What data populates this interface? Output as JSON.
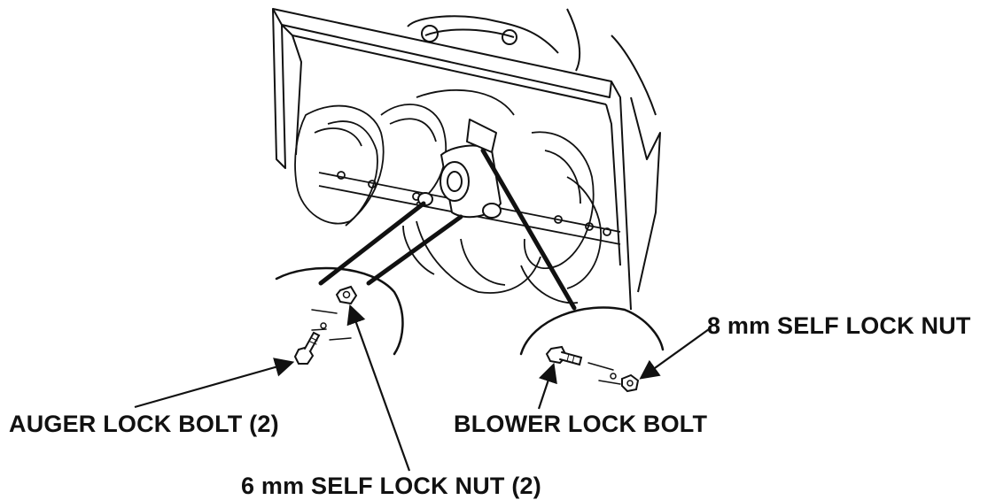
{
  "labels": {
    "auger_lock_bolt": "AUGER LOCK BOLT (2)",
    "six_mm_self_lock_nut": "6 mm SELF LOCK NUT (2)",
    "blower_lock_bolt": "BLOWER LOCK BOLT",
    "eight_mm_self_lock_nut": "8 mm SELF LOCK NUT"
  },
  "colors": {
    "line": "#111111",
    "background": "#ffffff"
  }
}
